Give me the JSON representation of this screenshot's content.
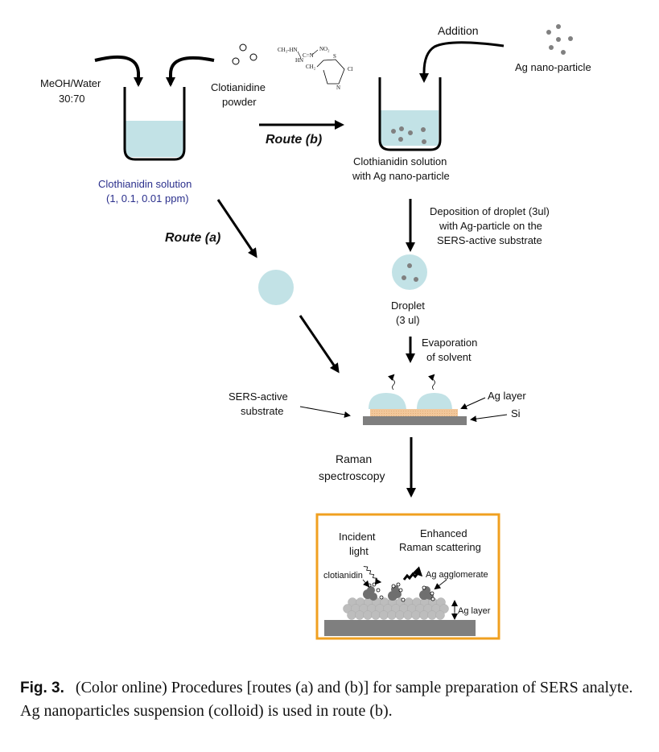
{
  "figure": {
    "labels": {
      "solvent": [
        "MeOH/Water",
        "30:70"
      ],
      "powder": [
        "Clotianidine",
        "powder"
      ],
      "addition": "Addition",
      "ag_particle": "Ag nano-particle",
      "route_b": "Route (b)",
      "route_a": "Route (a)",
      "solution_line1": "Clothianidin solution",
      "solution_line2": "(1, 0.1, 0.01 ppm)",
      "solution_ag": [
        "Clothianidin solution",
        "with Ag nano-particle"
      ],
      "deposition": [
        "Deposition of droplet (3ul)",
        "with Ag-particle on the",
        "SERS-active substrate"
      ],
      "droplet": [
        "Droplet",
        "(3 ul)"
      ],
      "evaporation": [
        "Evaporation",
        "of solvent"
      ],
      "sers_substrate": [
        "SERS-active",
        "substrate"
      ],
      "ag_layer": "Ag layer",
      "si": "Si",
      "raman": [
        "Raman",
        "spectroscopy"
      ]
    },
    "chemical": {
      "ch3hn": "CH₃-HN",
      "cn": "C=N",
      "no2": "NO₂",
      "hn": "HN",
      "ch2": "CH₂",
      "s": "S",
      "cl": "Cl",
      "n": "N"
    },
    "inset": {
      "incident": [
        "Incident",
        "light"
      ],
      "enhanced": [
        "Enhanced",
        "Raman scattering"
      ],
      "clotianidin": "clotianidin",
      "agglomerate": "Ag agglomerate",
      "ag_layer": "Ag layer"
    },
    "colors": {
      "solution": "#c2e2e6",
      "particle": "#808080",
      "ag_layer": "#f2c79a",
      "si": "#7f7f7f",
      "inset_border": "#f0a020",
      "blue_text": "#2a2f8c"
    }
  },
  "caption": {
    "fig_label": "Fig. 3.",
    "text": "(Color online) Procedures [routes (a) and (b)] for sample preparation of SERS analyte. Ag nanoparticles suspension (colloid) is used in route (b)."
  }
}
